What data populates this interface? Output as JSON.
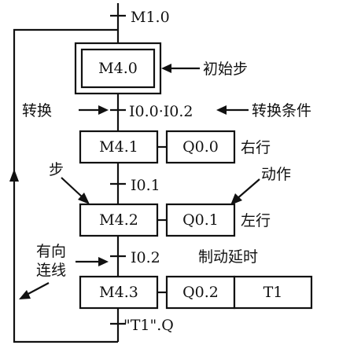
{
  "diagram": {
    "steps": [
      {
        "id": "M4.0",
        "initial": true,
        "actions": []
      },
      {
        "id": "M4.1",
        "initial": false,
        "actions": [
          "Q0.0"
        ]
      },
      {
        "id": "M4.2",
        "initial": false,
        "actions": [
          "Q0.1"
        ]
      },
      {
        "id": "M4.3",
        "initial": false,
        "actions": [
          "Q0.2",
          "T1"
        ]
      }
    ],
    "transitions": [
      {
        "condition": "M1.0"
      },
      {
        "condition": "I0.0·I0.2"
      },
      {
        "condition": "I0.1"
      },
      {
        "condition": "I0.2"
      },
      {
        "condition": "\"T1\".Q"
      }
    ],
    "annotations": {
      "initial_step": "初始步",
      "transition": "转换",
      "transition_condition": "转换条件",
      "move_right": "右行",
      "step": "步",
      "action": "动作",
      "move_left": "左行",
      "directed_link_line1": "有向",
      "directed_link_line2": "连线",
      "brake_delay": "制动延时"
    }
  }
}
